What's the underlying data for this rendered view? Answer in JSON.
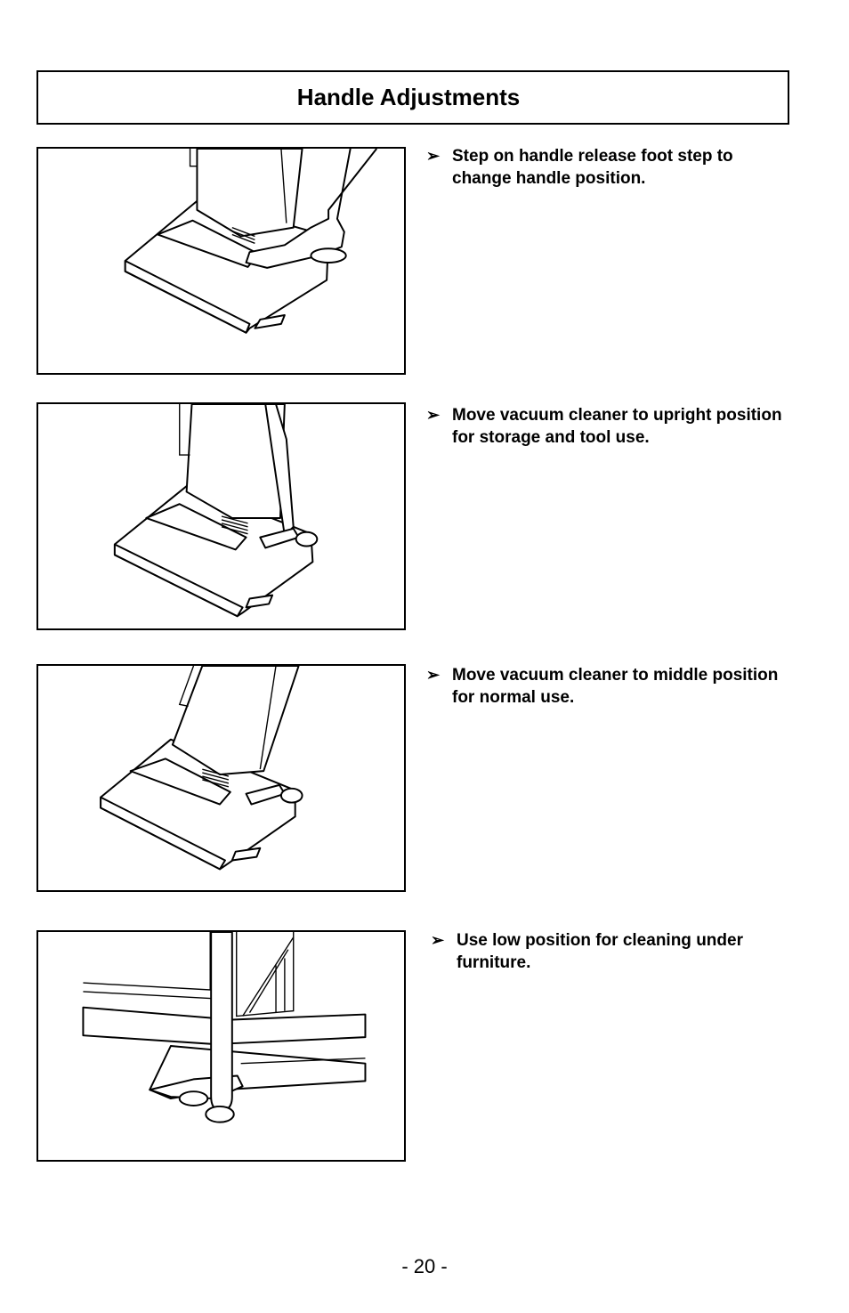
{
  "page": {
    "title": "Handle Adjustments",
    "page_number": "- 20 -"
  },
  "steps": [
    {
      "bullet": "➢",
      "text": "Step on handle release foot step to change handle position."
    },
    {
      "bullet": "➢",
      "text": "Move vacuum cleaner to upright position for storage and tool use."
    },
    {
      "bullet": "➢",
      "text": "Move vacuum cleaner to middle position for normal use."
    },
    {
      "bullet": "➢",
      "text": "Use low position for cleaning under furniture."
    }
  ]
}
